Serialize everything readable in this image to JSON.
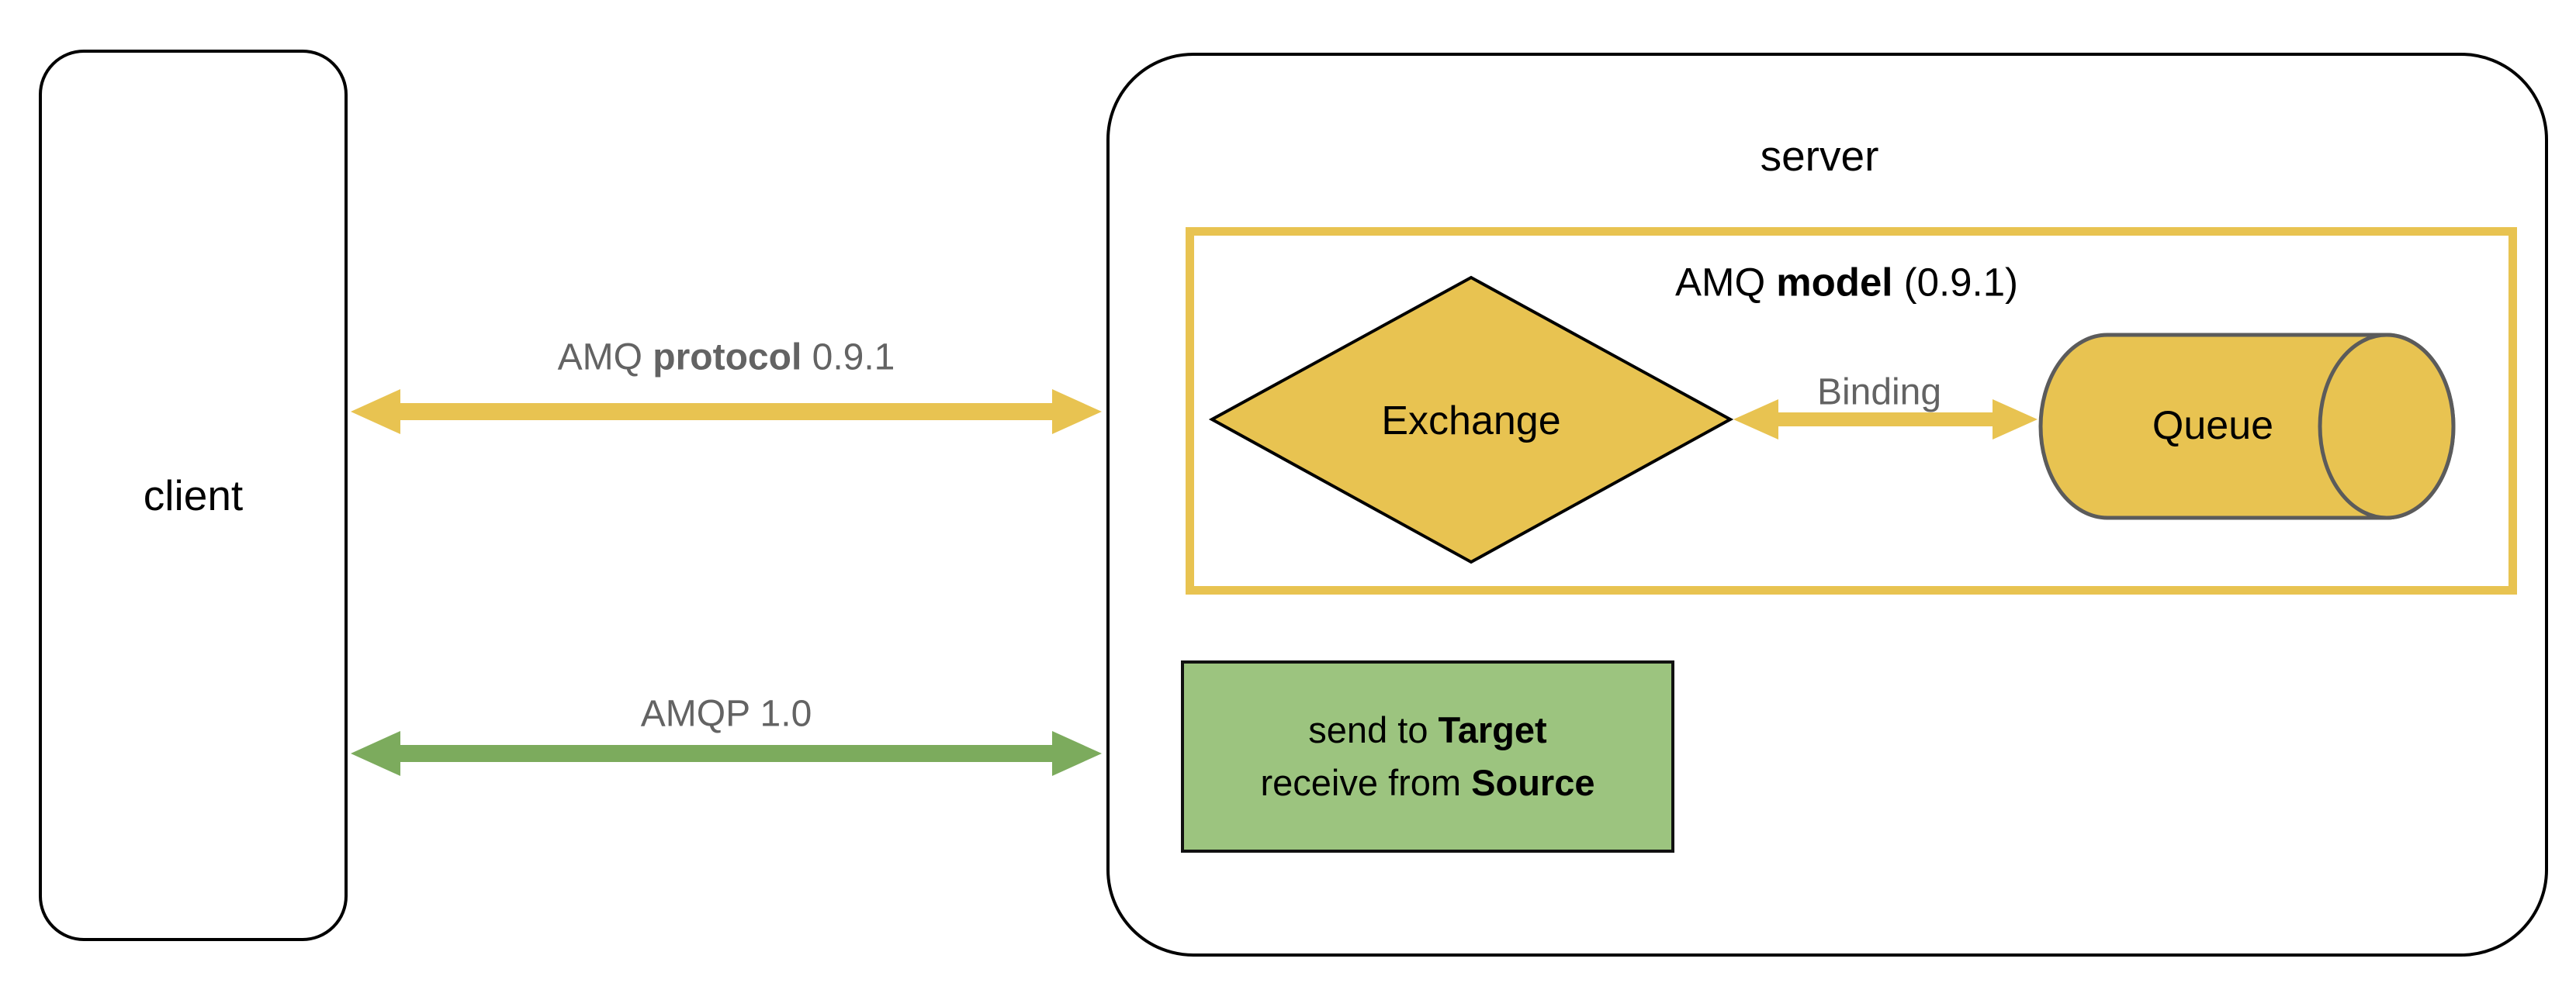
{
  "colors": {
    "yellow": "#E8C351",
    "green_arrow": "#7CAB5D",
    "green_box_fill": "#9CC47F",
    "gray_text": "#636363",
    "cylinder_outline": "#5B5B5B",
    "black": "#000000",
    "background": "#FFFFFF"
  },
  "client": {
    "label": "client"
  },
  "server": {
    "label": "server"
  },
  "amq_model": {
    "prefix": "AMQ ",
    "bold": "model",
    "suffix": " (0.9.1)"
  },
  "exchange": {
    "label": "Exchange"
  },
  "queue": {
    "label": "Queue"
  },
  "binding": {
    "label": "Binding"
  },
  "connections": {
    "amqp_091": {
      "prefix": "AMQ ",
      "bold": "protocol",
      "suffix": " 0.9.1"
    },
    "amqp_10": {
      "label": "AMQP 1.0"
    }
  },
  "link_box": {
    "line1_prefix": "send to ",
    "line1_bold": "Target",
    "line2_prefix": "receive from ",
    "line2_bold": "Source"
  }
}
